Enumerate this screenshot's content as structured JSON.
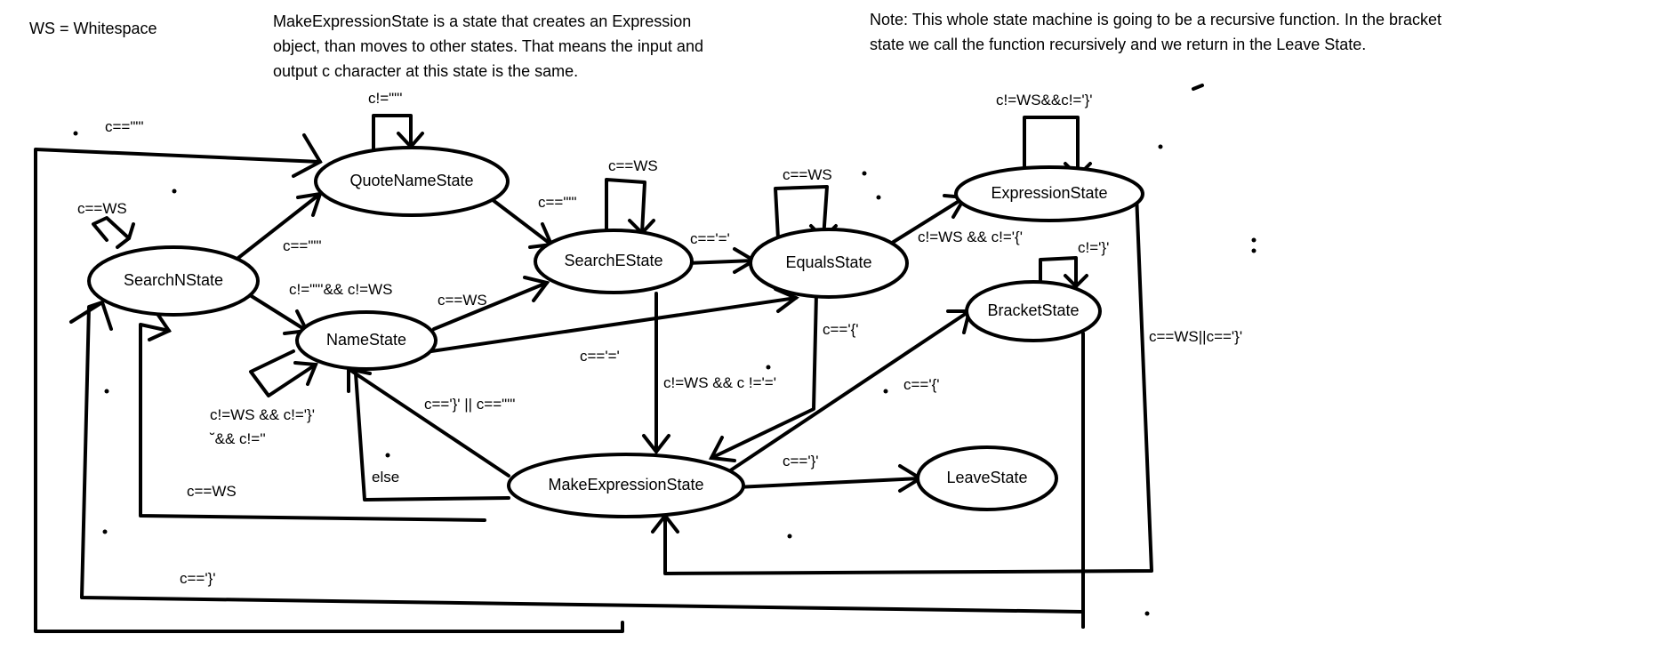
{
  "notes": {
    "ws": "WS = Whitespace",
    "make_expression": [
      "MakeExpressionState is a state that creates an Expression",
      "object, than moves to other states. That means the input and",
      "output c character at this state is the same."
    ],
    "recursive": [
      "Note: This whole state machine is going to be a recursive function. In the bracket",
      "state we call the function recursively and we return in the Leave State."
    ]
  },
  "states": {
    "quote_name": "QuoteNameState",
    "search_n": "SearchNState",
    "name": "NameState",
    "search_e": "SearchEState",
    "equals": "EqualsState",
    "expression": "ExpressionState",
    "bracket": "BracketState",
    "make_expression": "MakeExpressionState",
    "leave": "LeaveState"
  },
  "edge_labels": {
    "top_quote_loop": "c==\"\"'",
    "quote_self": "c!=\"\"'",
    "searchn_self": "c==WS",
    "searchn_to_quote": "c==\"\"'",
    "searchn_to_name": "c!=\"\"'&& c!=WS",
    "quote_to_searche": "c==\"\"'",
    "searche_self": "c==WS",
    "name_to_searche": "c==WS",
    "name_to_equals": "c=='='",
    "searche_to_equals": "c=='='",
    "equals_self": "c==WS",
    "equals_to_expression": "c!=WS && c!='{'",
    "expression_self": "c!=WS&&c!='}'",
    "bracket_self": "c!='}'",
    "expression_to_make": "c==WS||c=='}'",
    "equals_to_bracket": "c=='{'",
    "searche_to_make": "c!=WS && c !='='",
    "name_self_1": "c!=WS && c!='}'",
    "name_self_2": "˘&& c!=''",
    "make_to_name": "c=='}' || c==\"\"'",
    "make_else": "else",
    "make_to_searchn_ws": "c==WS",
    "make_to_leave": "c=='}'",
    "bottom_to_searchn": "c=='}'",
    "equals_to_make": "c=='{'"
  }
}
